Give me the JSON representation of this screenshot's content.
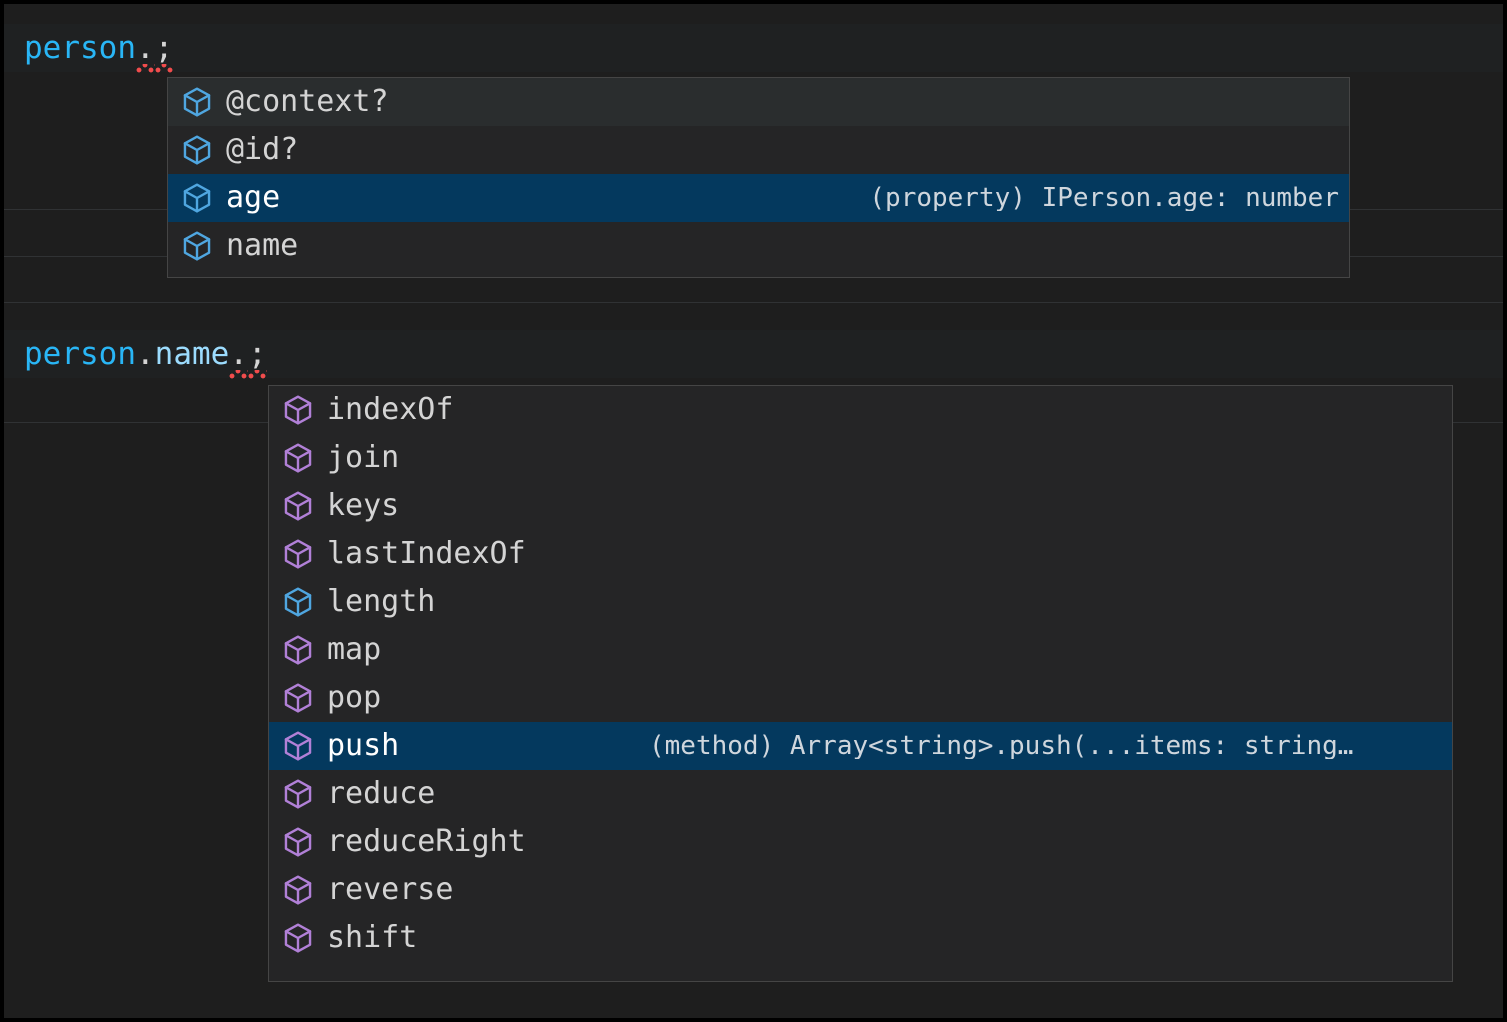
{
  "editor": {
    "lines": [
      {
        "id": "line-1",
        "segments": [
          {
            "text": "person",
            "kind": "variable"
          },
          {
            "text": ".",
            "kind": "punctuation",
            "error": true
          },
          {
            "text": ";",
            "kind": "punctuation",
            "error": true
          }
        ],
        "plain": "person.;"
      },
      {
        "id": "line-2",
        "segments": [
          {
            "text": "person",
            "kind": "variable"
          },
          {
            "text": ".",
            "kind": "punctuation"
          },
          {
            "text": "name",
            "kind": "property"
          },
          {
            "text": ".",
            "kind": "punctuation",
            "error": true
          },
          {
            "text": ";",
            "kind": "punctuation",
            "error": true
          }
        ],
        "plain": "person.name.;"
      }
    ]
  },
  "colors": {
    "editor_background": "#1e1e1e",
    "line_background": "#1f2122",
    "widget_background": "#252526",
    "widget_border": "#454545",
    "selected_row": "#04395e",
    "hovered_row": "#2a2d2e",
    "variable_blue": "#29b6f6",
    "property_blue": "#9cdcfe",
    "text_default": "#d4d4d4",
    "icon_property": "#4fa6e0",
    "icon_method": "#b180d7",
    "error_squiggle": "#f14c4c"
  },
  "popups": [
    {
      "id": "popup-members",
      "name": "person-members-suggestions",
      "items": [
        {
          "label": "@context?",
          "icon": "property-cube-icon",
          "icon_kind": "property",
          "detail": "",
          "state": "hovered"
        },
        {
          "label": "@id?",
          "icon": "property-cube-icon",
          "icon_kind": "property",
          "detail": "",
          "state": "normal"
        },
        {
          "label": "age",
          "icon": "property-cube-icon",
          "icon_kind": "property",
          "detail": "(property) IPerson.age: number",
          "state": "focused"
        },
        {
          "label": "name",
          "icon": "property-cube-icon",
          "icon_kind": "property",
          "detail": "",
          "state": "normal"
        }
      ]
    },
    {
      "id": "popup-array",
      "name": "array-members-suggestions",
      "items": [
        {
          "label": "indexOf",
          "icon": "method-cube-icon",
          "icon_kind": "method",
          "detail": "",
          "state": "normal"
        },
        {
          "label": "join",
          "icon": "method-cube-icon",
          "icon_kind": "method",
          "detail": "",
          "state": "normal"
        },
        {
          "label": "keys",
          "icon": "method-cube-icon",
          "icon_kind": "method",
          "detail": "",
          "state": "normal"
        },
        {
          "label": "lastIndexOf",
          "icon": "method-cube-icon",
          "icon_kind": "method",
          "detail": "",
          "state": "normal"
        },
        {
          "label": "length",
          "icon": "property-cube-icon",
          "icon_kind": "property",
          "detail": "",
          "state": "normal"
        },
        {
          "label": "map",
          "icon": "method-cube-icon",
          "icon_kind": "method",
          "detail": "",
          "state": "normal"
        },
        {
          "label": "pop",
          "icon": "method-cube-icon",
          "icon_kind": "method",
          "detail": "",
          "state": "normal"
        },
        {
          "label": "push",
          "icon": "method-cube-icon",
          "icon_kind": "method",
          "detail": "(method) Array<string>.push(...items: string…",
          "state": "focused"
        },
        {
          "label": "reduce",
          "icon": "method-cube-icon",
          "icon_kind": "method",
          "detail": "",
          "state": "normal"
        },
        {
          "label": "reduceRight",
          "icon": "method-cube-icon",
          "icon_kind": "method",
          "detail": "",
          "state": "normal"
        },
        {
          "label": "reverse",
          "icon": "method-cube-icon",
          "icon_kind": "method",
          "detail": "",
          "state": "normal"
        },
        {
          "label": "shift",
          "icon": "method-cube-icon",
          "icon_kind": "method",
          "detail": "",
          "state": "normal"
        }
      ]
    }
  ]
}
